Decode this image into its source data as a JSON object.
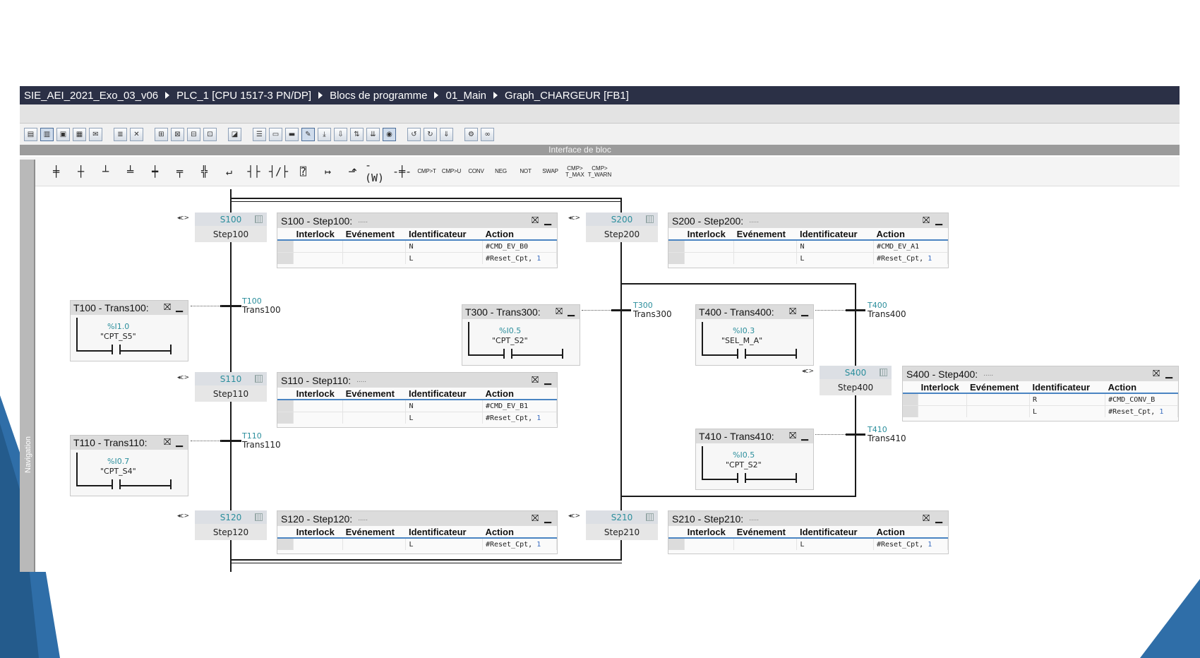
{
  "breadcrumb": [
    "SIE_AEI_2021_Exo_03_v06",
    "PLC_1 [CPU 1517-3 PN/DP]",
    "Blocs de programme",
    "01_Main",
    "Graph_CHARGEUR [FB1]"
  ],
  "interface_bar": "Interface de bloc",
  "navigation_label": "Navigation",
  "instruction_toolbar": {
    "text_buttons": [
      "CMP>T",
      "CMP>U",
      "CONV",
      "NEG",
      "NOT",
      "SWAP"
    ],
    "cmp_tmax": "CMP> T_MAX",
    "cmp_twarn": "CMP> T_WARN"
  },
  "action_headers": [
    "Interlock",
    "Evénement",
    "Identificateur",
    "Action"
  ],
  "steps": [
    {
      "id": "S100",
      "name": "Step100",
      "title": "S100 - Step100:",
      "actions": [
        {
          "q": "N",
          "a": "#CMD_EV_B0",
          "v": ""
        },
        {
          "q": "L",
          "a": "#Reset_Cpt,",
          "v": "1"
        }
      ]
    },
    {
      "id": "S110",
      "name": "Step110",
      "title": "S110 - Step110:",
      "actions": [
        {
          "q": "N",
          "a": "#CMD_EV_B1",
          "v": ""
        },
        {
          "q": "L",
          "a": "#Reset_Cpt,",
          "v": "1"
        }
      ]
    },
    {
      "id": "S120",
      "name": "Step120",
      "title": "S120 - Step120:",
      "actions": [
        {
          "q": "L",
          "a": "#Reset_Cpt,",
          "v": "1"
        }
      ]
    },
    {
      "id": "S200",
      "name": "Step200",
      "title": "S200 - Step200:",
      "actions": [
        {
          "q": "N",
          "a": "#CMD_EV_A1",
          "v": ""
        },
        {
          "q": "L",
          "a": "#Reset_Cpt,",
          "v": "1"
        }
      ]
    },
    {
      "id": "S210",
      "name": "Step210",
      "title": "S210 - Step210:",
      "actions": [
        {
          "q": "L",
          "a": "#Reset_Cpt,",
          "v": "1"
        }
      ]
    },
    {
      "id": "S400",
      "name": "Step400",
      "title": "S400 - Step400:",
      "actions": [
        {
          "q": "R",
          "a": "#CMD_CONV_B",
          "v": ""
        },
        {
          "q": "L",
          "a": "#Reset_Cpt,",
          "v": "1"
        }
      ]
    }
  ],
  "transitions": [
    {
      "id": "T100",
      "name": "Trans100",
      "title": "T100 - Trans100:",
      "addr": "%I1.0",
      "sym": "\"CPT_S5\""
    },
    {
      "id": "T110",
      "name": "Trans110",
      "title": "T110 - Trans110:",
      "addr": "%I0.7",
      "sym": "\"CPT_S4\""
    },
    {
      "id": "T300",
      "name": "Trans300",
      "title": "T300 - Trans300:",
      "addr": "%I0.5",
      "sym": "\"CPT_S2\""
    },
    {
      "id": "T400",
      "name": "Trans400",
      "title": "T400 - Trans400:",
      "addr": "%I0.3",
      "sym": "\"SEL_M_A\""
    },
    {
      "id": "T410",
      "name": "Trans410",
      "title": "T410 - Trans410:",
      "addr": "%I0.5",
      "sym": "\"CPT_S2\""
    }
  ],
  "colors": {
    "titlebar": "#2b3046",
    "step_id": "#2b8e9c",
    "header_underline": "#4a84c2",
    "accent_blue": "#2f6ea8"
  }
}
